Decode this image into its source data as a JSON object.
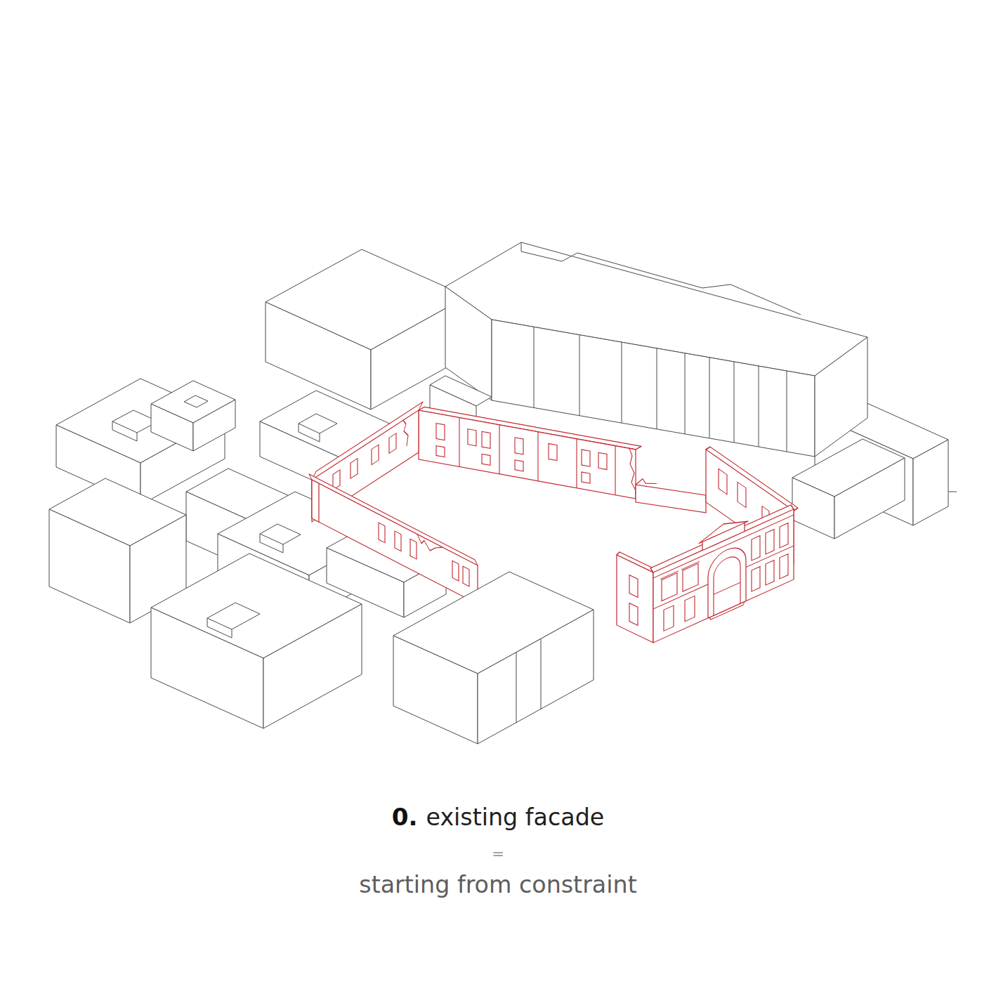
{
  "diagram": {
    "labels": [
      "0.",
      "existing facade",
      "=",
      "starting from constraint"
    ]
  }
}
